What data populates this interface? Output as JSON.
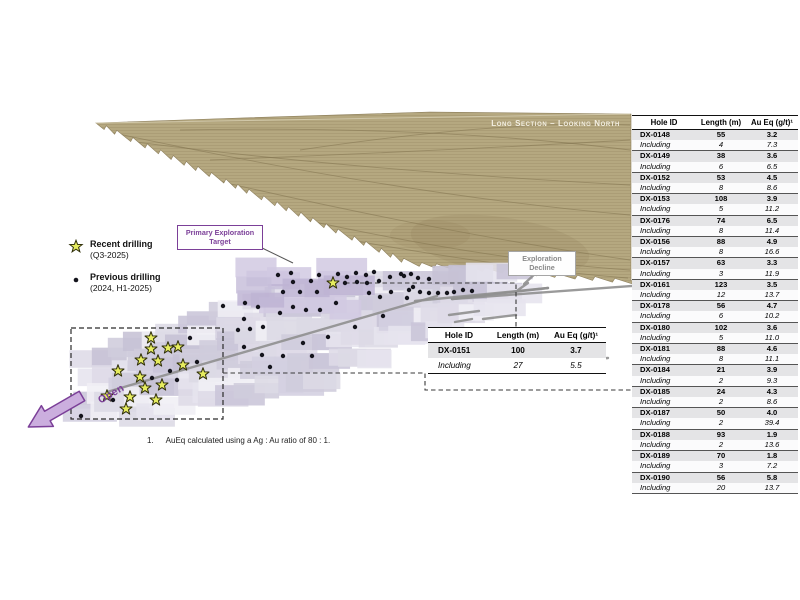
{
  "section_title": "Long Section – Looking North",
  "legend": {
    "recent": {
      "label": "Recent drilling",
      "sublabel": "(Q3-2025)"
    },
    "previous": {
      "label": "Previous drilling",
      "sublabel": "(2024, H1-2025)"
    }
  },
  "annotations": {
    "primary_target": "Primary Exploration Target",
    "exploration_decline": "Exploration Decline",
    "open_label": "Open"
  },
  "footnote": {
    "num": "1.",
    "text": "AuEq calculated using a Ag : Au ratio of 80 : 1."
  },
  "inline_table": {
    "headers": [
      "Hole ID",
      "Length (m)",
      "Au Eq (g/t)¹"
    ],
    "rows": [
      {
        "label": "DX-0151",
        "length": "100",
        "aueq": "3.7",
        "type": "hole"
      },
      {
        "label": "Including",
        "length": "27",
        "aueq": "5.5",
        "type": "including"
      }
    ]
  },
  "results_table": {
    "headers": [
      "Hole ID",
      "Length (m)",
      "Au Eq (g/t)¹"
    ],
    "rows": [
      {
        "label": "DX-0148",
        "length": "55",
        "aueq": "3.2",
        "type": "hole"
      },
      {
        "label": "Including",
        "length": "4",
        "aueq": "7.3",
        "type": "including"
      },
      {
        "label": "DX-0149",
        "length": "38",
        "aueq": "3.6",
        "type": "hole"
      },
      {
        "label": "Including",
        "length": "6",
        "aueq": "6.5",
        "type": "including"
      },
      {
        "label": "DX-0152",
        "length": "53",
        "aueq": "4.5",
        "type": "hole"
      },
      {
        "label": "Including",
        "length": "8",
        "aueq": "8.6",
        "type": "including"
      },
      {
        "label": "DX-0153",
        "length": "108",
        "aueq": "3.9",
        "type": "hole"
      },
      {
        "label": "Including",
        "length": "5",
        "aueq": "11.2",
        "type": "including"
      },
      {
        "label": "DX-0176",
        "length": "74",
        "aueq": "6.5",
        "type": "hole"
      },
      {
        "label": "Including",
        "length": "8",
        "aueq": "11.4",
        "type": "including"
      },
      {
        "label": "DX-0156",
        "length": "88",
        "aueq": "4.9",
        "type": "hole"
      },
      {
        "label": "Including",
        "length": "8",
        "aueq": "16.6",
        "type": "including"
      },
      {
        "label": "DX-0157",
        "length": "63",
        "aueq": "3.3",
        "type": "hole"
      },
      {
        "label": "Including",
        "length": "3",
        "aueq": "11.9",
        "type": "including"
      },
      {
        "label": "DX-0161",
        "length": "123",
        "aueq": "3.5",
        "type": "hole"
      },
      {
        "label": "Including",
        "length": "12",
        "aueq": "13.7",
        "type": "including"
      },
      {
        "label": "DX-0178",
        "length": "56",
        "aueq": "4.7",
        "type": "hole"
      },
      {
        "label": "Including",
        "length": "6",
        "aueq": "10.2",
        "type": "including"
      },
      {
        "label": "DX-0180",
        "length": "102",
        "aueq": "3.6",
        "type": "hole"
      },
      {
        "label": "Including",
        "length": "5",
        "aueq": "11.0",
        "type": "including"
      },
      {
        "label": "DX-0181",
        "length": "88",
        "aueq": "4.6",
        "type": "hole"
      },
      {
        "label": "Including",
        "length": "8",
        "aueq": "11.1",
        "type": "including"
      },
      {
        "label": "DX-0184",
        "length": "21",
        "aueq": "3.9",
        "type": "hole"
      },
      {
        "label": "Including",
        "length": "2",
        "aueq": "9.3",
        "type": "including"
      },
      {
        "label": "DX-0185",
        "length": "24",
        "aueq": "4.3",
        "type": "hole"
      },
      {
        "label": "Including",
        "length": "2",
        "aueq": "8.6",
        "type": "including"
      },
      {
        "label": "DX-0187",
        "length": "50",
        "aueq": "4.0",
        "type": "hole"
      },
      {
        "label": "Including",
        "length": "2",
        "aueq": "39.4",
        "type": "including"
      },
      {
        "label": "DX-0188",
        "length": "93",
        "aueq": "1.9",
        "type": "hole"
      },
      {
        "label": "Including",
        "length": "2",
        "aueq": "13.6",
        "type": "including"
      },
      {
        "label": "DX-0189",
        "length": "70",
        "aueq": "1.8",
        "type": "hole"
      },
      {
        "label": "Including",
        "length": "3",
        "aueq": "7.2",
        "type": "including"
      },
      {
        "label": "DX-0190",
        "length": "56",
        "aueq": "5.8",
        "type": "hole"
      },
      {
        "label": "Including",
        "length": "20",
        "aueq": "13.7",
        "type": "including"
      }
    ]
  },
  "drill_points": {
    "previous": [
      [
        278,
        275
      ],
      [
        291,
        273
      ],
      [
        311,
        281
      ],
      [
        319,
        275
      ],
      [
        338,
        274
      ],
      [
        347,
        277
      ],
      [
        356,
        273
      ],
      [
        345,
        283
      ],
      [
        357,
        282
      ],
      [
        366,
        275
      ],
      [
        374,
        272
      ],
      [
        367,
        283
      ],
      [
        379,
        281
      ],
      [
        390,
        277
      ],
      [
        401,
        274
      ],
      [
        404,
        276
      ],
      [
        411,
        274
      ],
      [
        418,
        278
      ],
      [
        429,
        279
      ],
      [
        413,
        287
      ],
      [
        283,
        292
      ],
      [
        293,
        282
      ],
      [
        300,
        292
      ],
      [
        317,
        292
      ],
      [
        369,
        293
      ],
      [
        380,
        297
      ],
      [
        391,
        292
      ],
      [
        409,
        290
      ],
      [
        420,
        292
      ],
      [
        429,
        293
      ],
      [
        438,
        293
      ],
      [
        447,
        293
      ],
      [
        454,
        292
      ],
      [
        463,
        290
      ],
      [
        472,
        291
      ],
      [
        407,
        298
      ],
      [
        245,
        303
      ],
      [
        258,
        307
      ],
      [
        280,
        313
      ],
      [
        293,
        307
      ],
      [
        306,
        310
      ],
      [
        320,
        310
      ],
      [
        336,
        303
      ],
      [
        244,
        319
      ],
      [
        263,
        327
      ],
      [
        238,
        330
      ],
      [
        250,
        329
      ],
      [
        383,
        316
      ],
      [
        355,
        327
      ],
      [
        328,
        337
      ],
      [
        223,
        306
      ],
      [
        190,
        338
      ],
      [
        244,
        347
      ],
      [
        262,
        355
      ],
      [
        283,
        356
      ],
      [
        303,
        343
      ],
      [
        312,
        356
      ],
      [
        270,
        367
      ],
      [
        197,
        362
      ],
      [
        177,
        380
      ],
      [
        152,
        378
      ],
      [
        170,
        371
      ],
      [
        113,
        400
      ],
      [
        81,
        416
      ]
    ],
    "recent": [
      [
        151,
        338
      ],
      [
        151,
        349
      ],
      [
        168,
        348
      ],
      [
        178,
        347
      ],
      [
        141,
        360
      ],
      [
        158,
        361
      ],
      [
        183,
        365
      ],
      [
        118,
        371
      ],
      [
        140,
        377
      ],
      [
        145,
        388
      ],
      [
        162,
        385
      ],
      [
        203,
        374
      ],
      [
        107,
        396
      ],
      [
        130,
        397
      ],
      [
        156,
        400
      ],
      [
        126,
        409
      ],
      [
        333,
        283
      ]
    ]
  },
  "colors": {
    "accent_purple": "#7b3f98",
    "terrain_tan": "#b5a880",
    "panel_lavender": "#d3cfe0",
    "decline_gray": "#909090",
    "star_fill": "#e6ec5f",
    "dot_black": "#14141c"
  }
}
